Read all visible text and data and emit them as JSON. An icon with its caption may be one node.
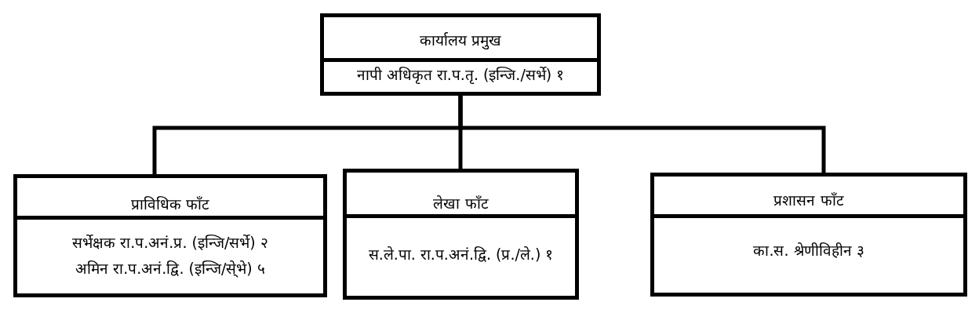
{
  "diagram": {
    "nodes": [
      {
        "text": [
          "कार्यालय प्रमुख",
          "नापी अधिकृत रा.प.तृ. (इन्जि./सर्भे) १"
        ]
      },
      {
        "text": [
          "प्राविधिक फाँट",
          "सर्भेक्षक रा.प.अनं.प्र. (इन्जि/सर्भे) २",
          "अमिन रा.प.अनं.द्वि. (इन्जि/से्भे) ५"
        ]
      },
      {
        "text": [
          "लेखा फाँट",
          "स.ले.पा. रा.प.अनं.द्वि. (प्र./ले.) १"
        ]
      },
      {
        "text": [
          "प्रशासन फाँट",
          "का.स. श्रेणीविहीन ३"
        ]
      }
    ],
    "edges": [
      {
        "from": 0,
        "to": 1,
        "arrow": "none"
      },
      {
        "from": 0,
        "to": 2,
        "arrow": "none"
      },
      {
        "from": 0,
        "to": 3,
        "arrow": "none"
      }
    ]
  }
}
